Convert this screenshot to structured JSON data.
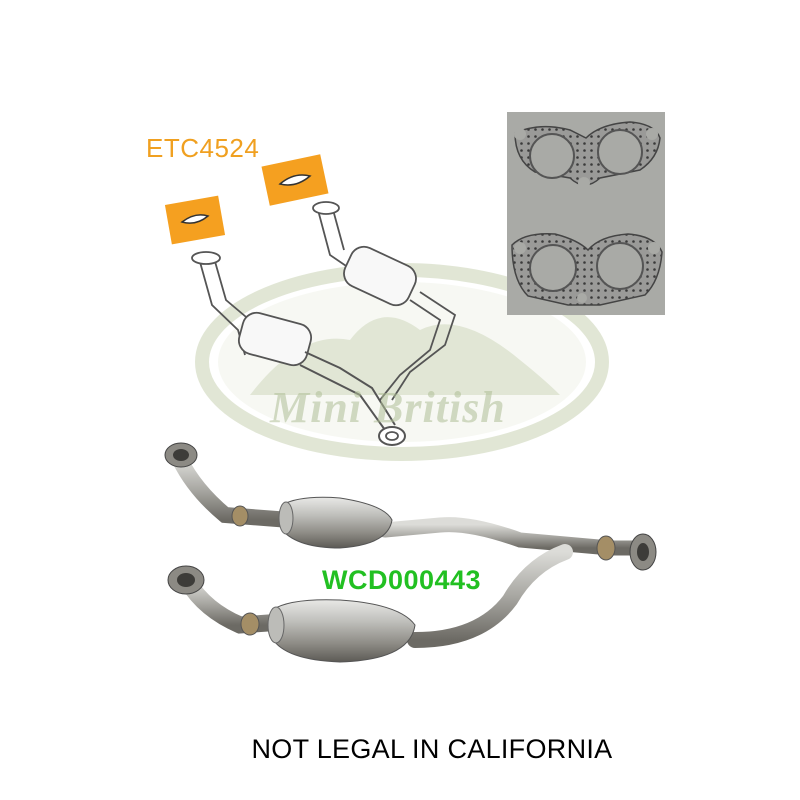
{
  "labels": {
    "top_part_number": "ETC4524",
    "bottom_part_number": "WCD000443",
    "legal_notice": "NOT LEGAL IN CALIFORNIA"
  },
  "watermark": {
    "brand_text": "Mini British"
  },
  "colors": {
    "top_part_label": "#f0a020",
    "bottom_part_label": "#22c022",
    "gasket_tag": "#f5a020",
    "watermark": "#b8c4a0"
  }
}
